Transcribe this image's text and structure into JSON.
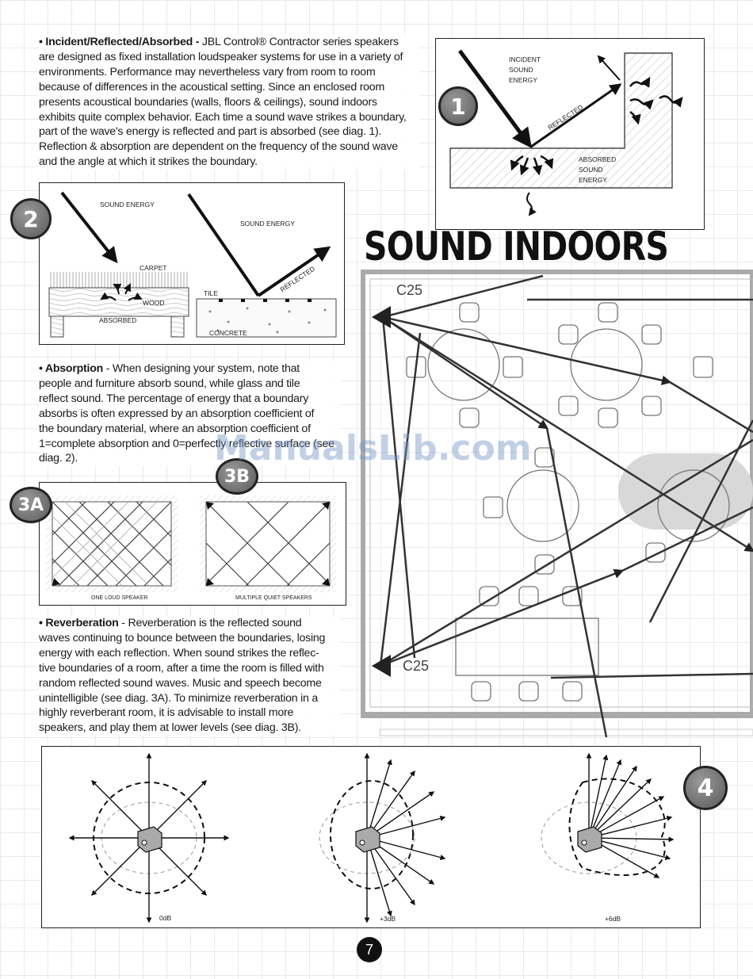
{
  "section_title": "SOUND INDOORS",
  "para1": {
    "heading": "• Incident/Reflected/Absorbed -",
    "lines": [
      "JBL Control® Contractor series speakers",
      "are designed as fixed installation loudspeaker systems for use in a variety of",
      "environments. Performance may nevertheless vary from room to room",
      "because of differences in the acoustical setting. Since an enclosed room",
      "presents acoustical boundaries (walls, floors & ceilings), sound indoors",
      "exhibits quite complex behavior. Each time a sound wave strikes a boundary,",
      "part of the wave's energy is reflected and part is absorbed (see diag. 1).",
      "Reflection & absorption are dependent on the frequency of the sound wave",
      "and the angle at which it strikes the boundary."
    ]
  },
  "para2": {
    "heading": "• Absorption",
    "lines": [
      "- When designing your system, note that",
      "people and furniture absorb sound, while glass and tile",
      "reflect sound. The percentage of energy that a boundary",
      "absorbs is often expressed by an absorption coefficient of",
      "the boundary material, where an absorption coefficient of",
      "1=complete absorption and 0=perfectly reflective surface (see",
      "diag. 2)."
    ]
  },
  "para3": {
    "heading": "• Reverberation",
    "lines": [
      "- Reverberation is the reflected sound",
      "waves continuing to bounce between the boundaries, losing",
      "energy with each reflection. When sound strikes the reflec-",
      "tive boundaries of a room, after a time the room is filled with",
      "random reflected sound waves. Music and speech become",
      "unintelligible (see diag. 3A). To minimize reverberation in a",
      "highly reverberant room, it is advisable to install more",
      "speakers, and play them at lower levels (see diag. 3B)."
    ]
  },
  "diag1": {
    "badge": "1",
    "incident": [
      "INCIDENT",
      "SOUND",
      "ENERGY"
    ],
    "reflected": "REFLECTED",
    "absorbed": [
      "ABSORBED",
      "SOUND",
      "ENERGY"
    ]
  },
  "diag2": {
    "badge": "2",
    "sound_energy_left": "SOUND ENERGY",
    "sound_energy_right": "SOUND ENERGY",
    "carpet": "CARPET",
    "wood": "WOOD",
    "absorbed": "ABSORBED",
    "tile": "TILE",
    "reflected": "REFLECTED",
    "concrete": "CONCRETE"
  },
  "diag3": {
    "badge_a": "3A",
    "badge_b": "3B",
    "caption_a": "ONE LOUD SPEAKER",
    "caption_b": "MULTIPLE QUIET SPEAKERS"
  },
  "room": {
    "speaker_top": "C25",
    "speaker_bottom": "C25"
  },
  "diag4": {
    "badge": "4",
    "captions": [
      "0dB",
      "+3dB",
      "+6dB"
    ]
  },
  "watermark": "ManualsLib.com",
  "page_number": "7"
}
